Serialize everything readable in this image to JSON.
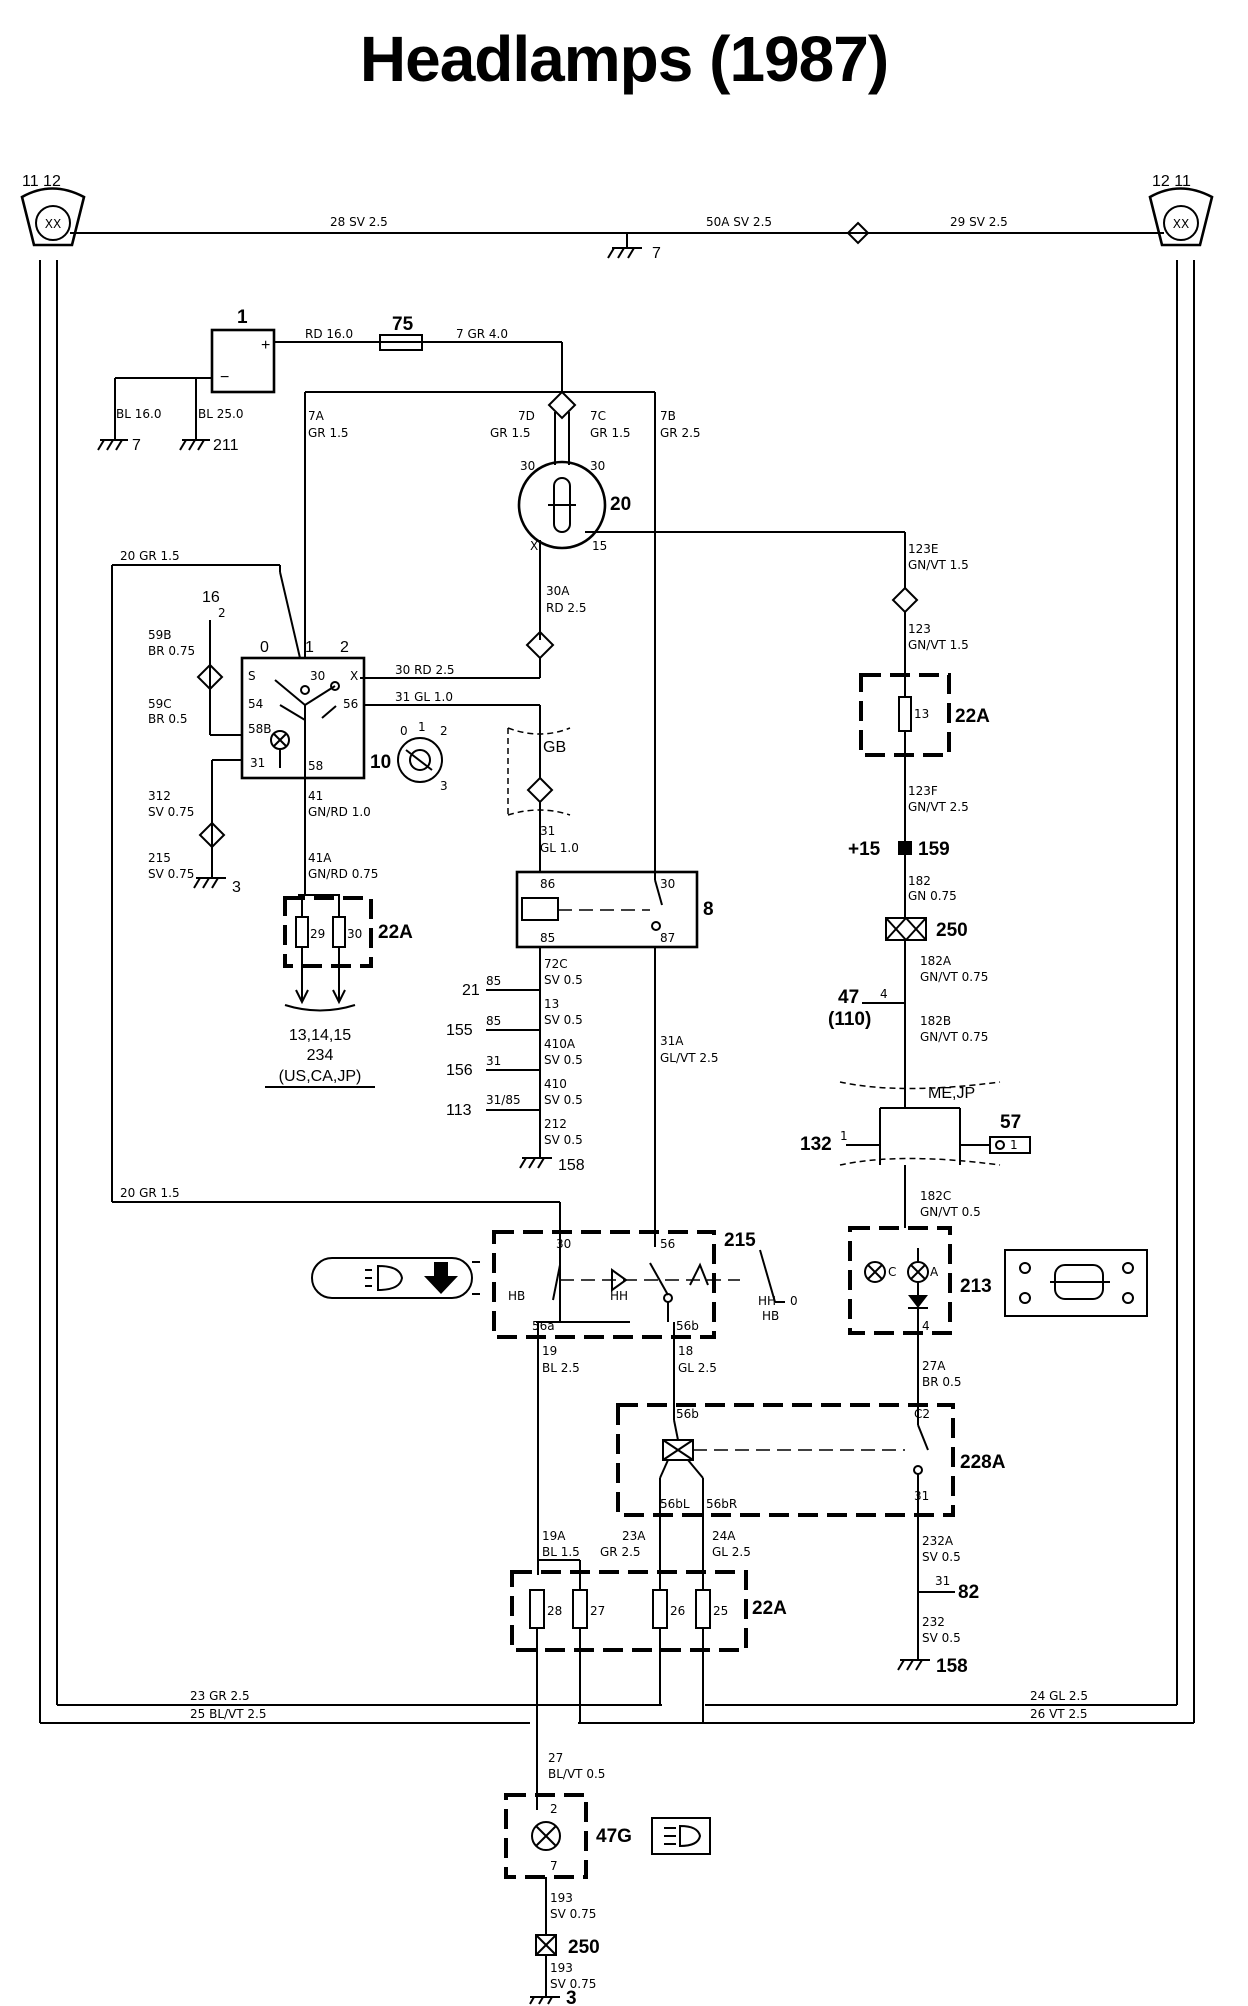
{
  "title": "Headlamps (1987)",
  "headlamps": {
    "left": {
      "pins": "11 12",
      "symbol": "XX"
    },
    "right": {
      "pins": "12 11",
      "symbol": "XX"
    }
  },
  "ground_7": "7",
  "wires": {
    "w28": "28 SV 2.5",
    "w50a": "50A SV 2.5",
    "w29": "29 SV 2.5",
    "rd16": "RD 16.0",
    "gr4": "7 GR 4.0",
    "bl16": "BL 16.0",
    "bl25": "BL 25.0",
    "w7a_1": "7A",
    "w7a_2": "GR 1.5",
    "w7d_1": "7D",
    "w7d_2": "GR 1.5",
    "w7c_1": "7C",
    "w7c_2": "GR 1.5",
    "w7b_1": "7B",
    "w7b_2": "GR 2.5",
    "w20top": "20 GR 1.5",
    "w20bot": "20 GR 1.5",
    "w59b_1": "59B",
    "w59b_2": "BR 0.75",
    "w59c_1": "59C",
    "w59c_2": "BR 0.5",
    "w30a_1": "30A",
    "w30a_2": "RD 2.5",
    "w30rd": "30 RD 2.5",
    "w31gl": "31 GL 1.0",
    "w123e_1": "123E",
    "w123e_2": "GN/VT 1.5",
    "w123_1": "123",
    "w123_2": "GN/VT 1.5",
    "w123f_1": "123F",
    "w123f_2": "GN/VT 2.5",
    "w182_1": "182",
    "w182_2": "GN 0.75",
    "w182a_1": "182A",
    "w182a_2": "GN/VT 0.75",
    "w182b_1": "182B",
    "w182b_2": "GN/VT 0.75",
    "w182c_1": "182C",
    "w182c_2": "GN/VT 0.5",
    "w312_1": "312",
    "w312_2": "SV 0.75",
    "w215_1": "215",
    "w215_2": "SV 0.75",
    "w41_1": "41",
    "w41_2": "GN/RD 1.0",
    "w41a_1": "41A",
    "w41a_2": "GN/RD 0.75",
    "w31_1": "31",
    "w31_2": "GL 1.0",
    "w72c_1": "72C",
    "w72c_2": "SV 0.5",
    "w13_1": "13",
    "w13_2": "SV 0.5",
    "w410a_1": "410A",
    "w410a_2": "SV 0.5",
    "w410_1": "410",
    "w410_2": "SV 0.5",
    "w212_1": "212",
    "w212_2": "SV 0.5",
    "w31a_1": "31A",
    "w31a_2": "GL/VT 2.5",
    "w19_1": "19",
    "w19_2": "BL 2.5",
    "w18_1": "18",
    "w18_2": "GL 2.5",
    "w27a_1": "27A",
    "w27a_2": "BR 0.5",
    "w19a_1": "19A",
    "w19a_2": "BL 1.5",
    "w23a_1": "23A",
    "w23a_2": "GR 2.5",
    "w24a_1": "24A",
    "w24a_2": "GL 2.5",
    "w232a_1": "232A",
    "w232a_2": "SV 0.5",
    "w232_1": "232",
    "w232_2": "SV 0.5",
    "w23": "23 GR 2.5",
    "w25": "25 BL/VT 2.5",
    "w24": "24 GL 2.5",
    "w26": "26 VT 2.5",
    "w27_1": "27",
    "w27_2": "BL/VT 0.5",
    "w193a_1": "193",
    "w193a_2": "SV 0.75",
    "w193b_1": "193",
    "w193b_2": "SV 0.75"
  },
  "components": {
    "battery": "1",
    "fuse75": "75",
    "ignition": "20",
    "switch10": "10",
    "gb": "GB",
    "relay8": "8",
    "fuse22a": "22A",
    "fuse22a_mid": "22A",
    "fuse22a_bot": "22A",
    "n16": "16",
    "n3a": "3",
    "n7": "7",
    "n211": "211",
    "n158a": "158",
    "n158b": "158",
    "n3b": "3",
    "n250a": "250",
    "n250b": "250",
    "n159": "+15",
    "n159b": "159",
    "n47": "47",
    "n110": "(110)",
    "n4": "4",
    "mejp": "ME,JP",
    "n132": "132",
    "n57": "57",
    "n213": "213",
    "n215": "215",
    "n228a": "228A",
    "n82": "82",
    "n47g": "47G",
    "dest1": "13,14,15",
    "dest2": "234",
    "dest3": "(US,CA,JP)",
    "c21": "21",
    "c155": "155",
    "c156": "156",
    "c113": "113"
  },
  "pins": {
    "p30a": "30",
    "p30b": "30",
    "px": "X",
    "p15": "15",
    "s0": "0",
    "s1": "1",
    "s2": "2",
    "sS": "S",
    "s30": "30",
    "sX": "X",
    "s54": "54",
    "s56": "56",
    "s58b": "58B",
    "s31": "31",
    "s58": "58",
    "k0": "0",
    "k1": "1",
    "k2": "2",
    "k3": "3",
    "r86": "86",
    "r30": "30",
    "r85": "85",
    "r87": "87",
    "f29": "29",
    "f30": "30",
    "f13": "13",
    "c85a": "85",
    "c85b": "85",
    "c31": "31",
    "c3185": "31/85",
    "h30": "30",
    "h56": "56",
    "hHB": "HB",
    "hHH": "HH",
    "h56a": "56a",
    "h56b": "56b",
    "hHH2": "HH",
    "hHB2": "HB",
    "h0": "0",
    "d56b": "56b",
    "d56bl": "56bL",
    "d56br": "56bR",
    "dc2": "C2",
    "d31": "31",
    "f28": "28",
    "f27": "27",
    "f26": "26",
    "f25": "25",
    "lc": "C",
    "la": "A",
    "l4": "4",
    "l1": "1",
    "p82": "31",
    "g2": "2",
    "g7": "7",
    "b1": "1"
  }
}
